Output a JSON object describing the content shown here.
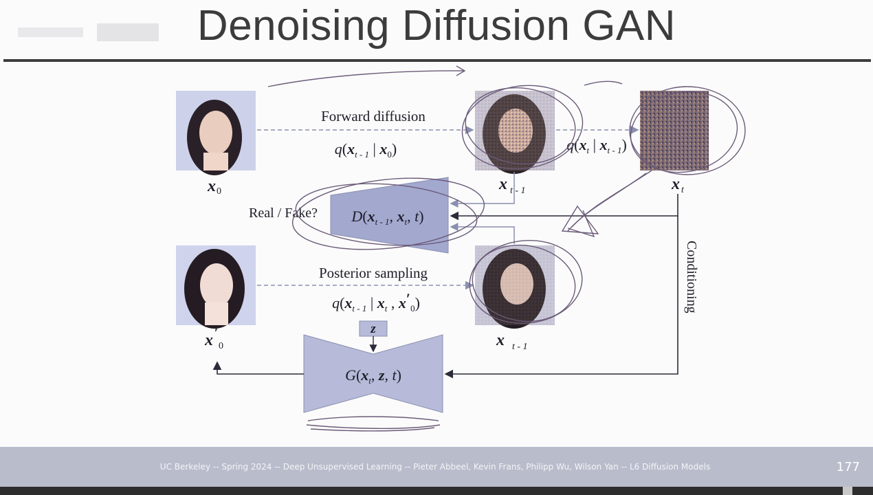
{
  "slide": {
    "title": "Denoising Diffusion GAN",
    "footer": "UC Berkeley -- Spring 2024 -- Deep Unsupervised Learning -- Pieter Abbeel, Kevin Frans, Philipp Wu, Wilson Yan  -- L6 Diffusion Models",
    "page_number": "177"
  },
  "diagram": {
    "forward_label": "Forward diffusion",
    "posterior_label": "Posterior sampling",
    "real_fake_label": "Real / Fake?",
    "conditioning_label": "Conditioning",
    "discriminator_fn": "D(",
    "discriminator_args": "x",
    "generator_fn": "G(",
    "z_label": "z",
    "x0_label": "x",
    "xt_label": "x",
    "xt1_label": "x",
    "colors": {
      "discriminator": "#a3a8cf",
      "generator": "#b7bbd9",
      "annotation": "#6a5a78",
      "arrow": "#2b2b3a"
    }
  }
}
